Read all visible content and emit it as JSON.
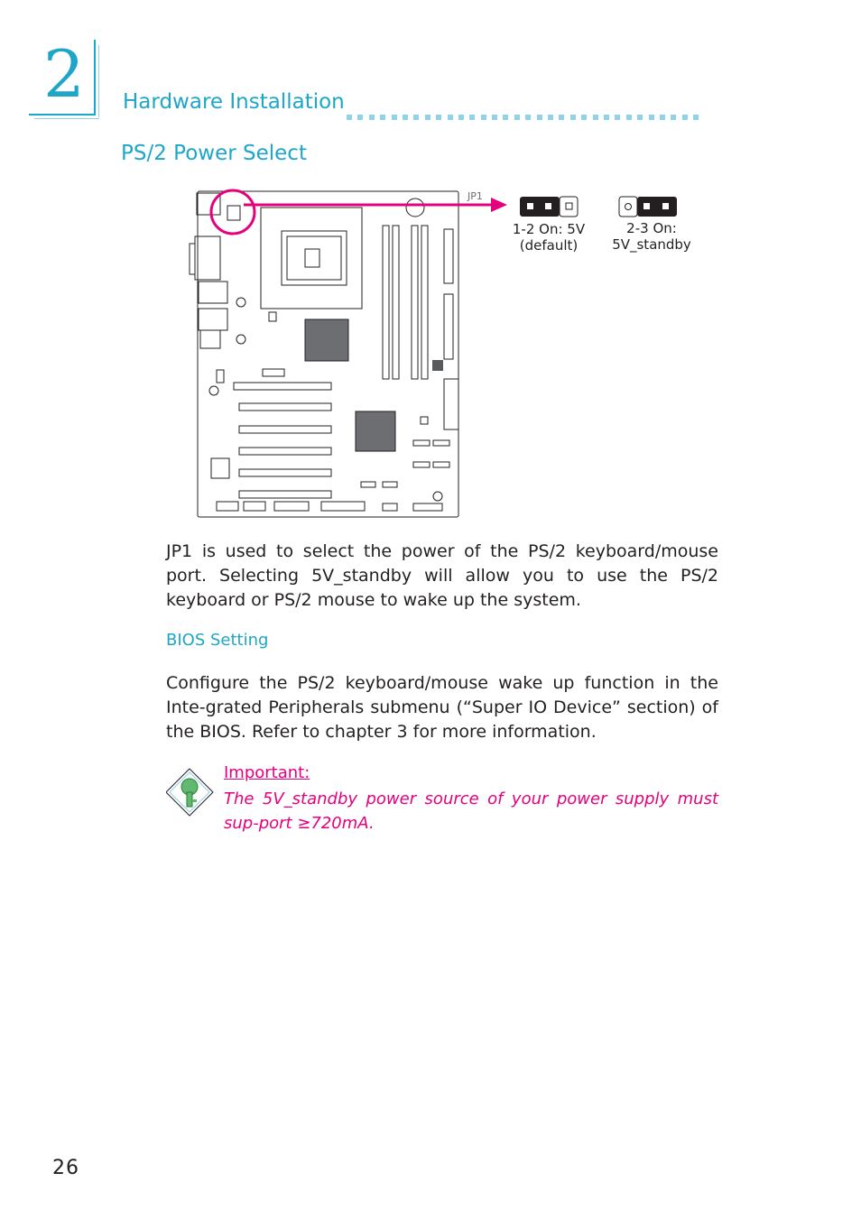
{
  "chapter": {
    "number": "2"
  },
  "header": {
    "section_title": "Hardware Installation"
  },
  "page": {
    "subtitle": "PS/2 Power Select",
    "number": "26"
  },
  "diagram": {
    "connector_label": "JP1",
    "highlight_color": "#e6007e",
    "accent_color": "#1ea6c8",
    "options": [
      {
        "line1": "1-2 On: 5V",
        "line2": "(default)"
      },
      {
        "line1": "2-3 On:",
        "line2": "5V_standby"
      }
    ]
  },
  "content": {
    "paragraph1": "JP1 is used to select the power of the PS/2 keyboard/mouse port. Selecting 5V_standby will allow you to use the PS/2 keyboard or PS/2 mouse to wake up the system.",
    "bios_heading": "BIOS Setting",
    "paragraph2": "Configure the PS/2 keyboard/mouse wake up function in the Inte-grated Peripherals submenu (“Super IO Device” section) of the BIOS. Refer to chapter 3 for more information."
  },
  "important": {
    "label": "Important:",
    "text": "The 5V_standby power source of your power supply must sup-port ≥720mA.",
    "icon": "key-icon"
  }
}
